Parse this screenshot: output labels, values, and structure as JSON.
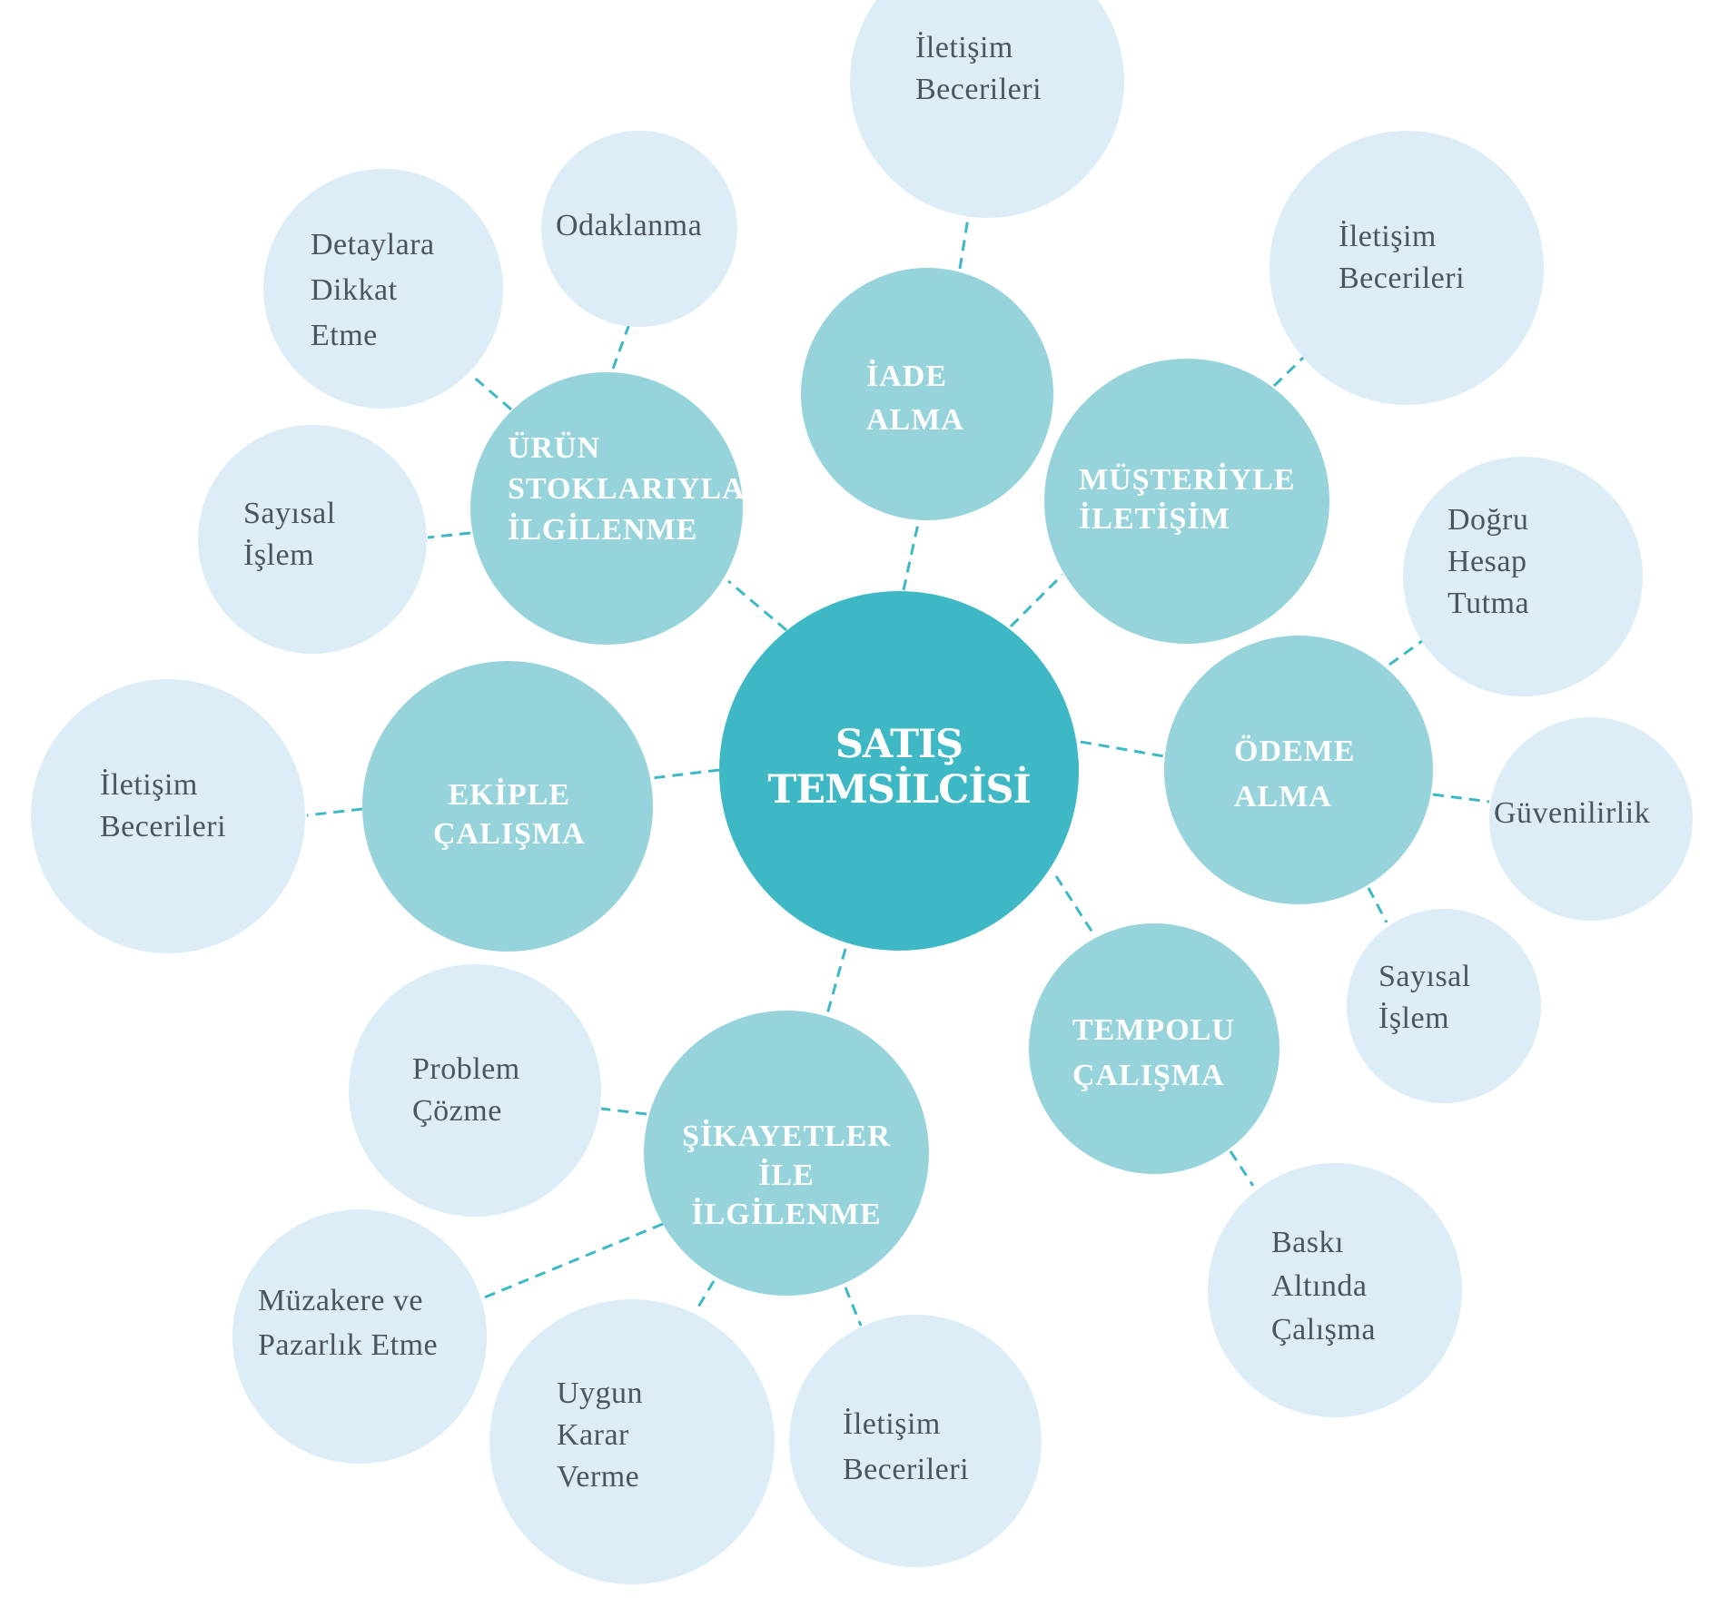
{
  "center": {
    "label": "SATIŞ\nTEMSİLCİSİ"
  },
  "hubs": {
    "iade": {
      "label": "İADE\nALMA"
    },
    "musteri": {
      "label": "MÜŞTERİYLE\nİLETİŞİM"
    },
    "urun": {
      "label": "ÜRÜN\nSTOKLARIYLA\nİLGİLENME"
    },
    "ekip": {
      "label": "EKİPLE\nÇALIŞMA"
    },
    "odeme": {
      "label": "ÖDEME\nALMA"
    },
    "tempo": {
      "label": "TEMPOLU\nÇALIŞMA"
    },
    "sikayet": {
      "label": "ŞİKAYETLER\nİLE\nİLGİLENME"
    }
  },
  "leaves": {
    "iade_iletisim": {
      "label": "İletişim\nBecerileri"
    },
    "musteri_iletisim": {
      "label": "İletişim\nBecerileri"
    },
    "odaklanma": {
      "label": "Odaklanma"
    },
    "detaylara": {
      "label": "Detaylara\nDikkat\nEtme"
    },
    "urun_sayisal": {
      "label": "Sayısal\nİşlem"
    },
    "ekip_iletisim": {
      "label": "İletişim\nBecerileri"
    },
    "dogru_hesap": {
      "label": "Doğru\nHesap\nTutma"
    },
    "guvenilirlik": {
      "label": "Güvenilirlik"
    },
    "odeme_sayisal": {
      "label": "Sayısal\nİşlem"
    },
    "baski": {
      "label": "Baskı\nAltında\nÇalışma"
    },
    "problem": {
      "label": "Problem\nÇözme"
    },
    "muzakere": {
      "label": "Müzakere ve\nPazarlık Etme"
    },
    "uygun_karar": {
      "label": "Uygun\nKarar\nVerme"
    },
    "sikayet_iletisim": {
      "label": "İletişim\nBecerileri"
    }
  },
  "colors": {
    "center_fill": "#3db8c4",
    "hub_fill": "#96d3db",
    "leaf_fill": "#dcedf7",
    "connector": "#3db8c4",
    "leaf_text": "#4a5560",
    "hub_text": "#ffffff"
  }
}
